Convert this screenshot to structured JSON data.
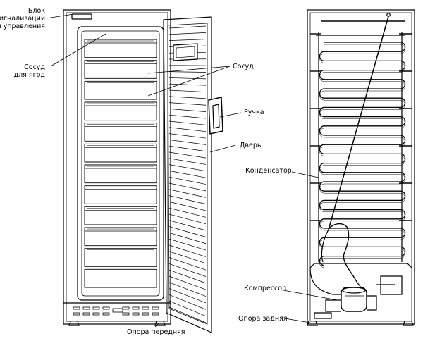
{
  "labels": {
    "control_block": [
      "Блок",
      "сигнализации",
      "и управления"
    ],
    "berry_container": [
      "Сосуд",
      "для ягод"
    ],
    "container": "Сосуд",
    "handle": "Ручка",
    "door": "Дверь",
    "condenser": "Конденсатор",
    "compressor": "Компрессор",
    "rear_support": "Опора задняя",
    "front_support": "Опора передняя"
  }
}
